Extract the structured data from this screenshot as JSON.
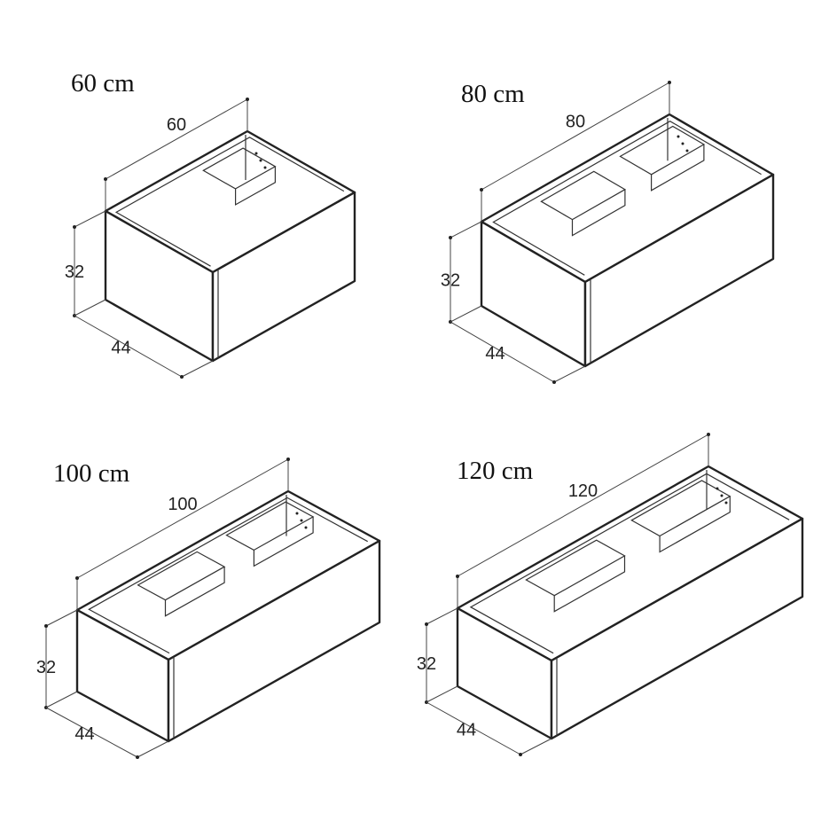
{
  "cabinets": [
    {
      "title": "60 cm",
      "width_label": "60",
      "height_label": "32",
      "depth_label": "44"
    },
    {
      "title": "80 cm",
      "width_label": "80",
      "height_label": "32",
      "depth_label": "44"
    },
    {
      "title": "100 cm",
      "width_label": "100",
      "height_label": "32",
      "depth_label": "44"
    },
    {
      "title": "120 cm",
      "width_label": "120",
      "height_label": "32",
      "depth_label": "44"
    }
  ]
}
